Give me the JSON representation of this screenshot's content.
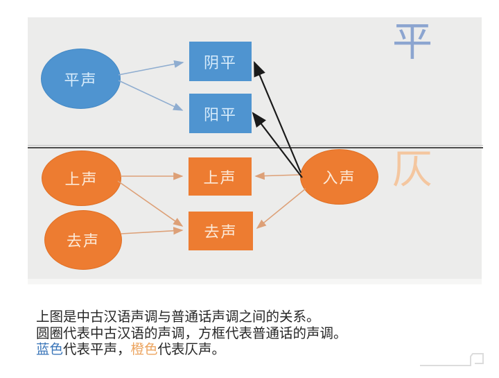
{
  "diagram": {
    "big_labels": {
      "ping": "平",
      "ze": "仄"
    },
    "nodes": {
      "ping": {
        "label": "平声",
        "shape": "ellipse",
        "color": "blue"
      },
      "yinping": {
        "label": "阴平",
        "shape": "box",
        "color": "blue"
      },
      "yangping": {
        "label": "阳平",
        "shape": "box",
        "color": "blue"
      },
      "shang_src": {
        "label": "上声",
        "shape": "ellipse",
        "color": "orange"
      },
      "qu_src": {
        "label": "去声",
        "shape": "ellipse",
        "color": "orange"
      },
      "shang_dst": {
        "label": "上声",
        "shape": "box",
        "color": "orange"
      },
      "qu_dst": {
        "label": "去声",
        "shape": "box",
        "color": "orange"
      },
      "ru": {
        "label": "入声",
        "shape": "ellipse",
        "color": "orange"
      }
    },
    "edges": [
      {
        "from": "平声",
        "to": "阴平",
        "color": "blue"
      },
      {
        "from": "平声",
        "to": "阳平",
        "color": "blue"
      },
      {
        "from": "入声",
        "to": "阴平",
        "color": "black"
      },
      {
        "from": "入声",
        "to": "阳平",
        "color": "black"
      },
      {
        "from": "上声",
        "to": "上声",
        "color": "orange"
      },
      {
        "from": "上声",
        "to": "去声",
        "color": "orange"
      },
      {
        "from": "去声",
        "to": "去声",
        "color": "orange"
      },
      {
        "from": "入声",
        "to": "上声",
        "color": "orange"
      },
      {
        "from": "入声",
        "to": "去声",
        "color": "orange"
      }
    ],
    "colors": {
      "blue_shape": "#4f94d0",
      "orange_shape": "#ed7c31",
      "blue_arrow": "#8fadd0",
      "orange_arrow": "#dda077",
      "black_arrow": "#1a1a1a",
      "big_ping": "#8ca5d0",
      "big_ze": "#f4c69f",
      "panel_bg": "#ececeb",
      "caption_blue": "#3b76b9",
      "caption_orange": "#eca45f"
    }
  },
  "caption": {
    "lines": [
      "上图是中古汉语声调与普通话声调之间的关系。",
      "圆圈代表中古汉语的声调，方框代表普通话的声调。"
    ],
    "line3": {
      "blue_word": "蓝色",
      "after_blue": "代表平声，",
      "orange_word": "橙色",
      "after_orange": "代表仄声。"
    }
  }
}
